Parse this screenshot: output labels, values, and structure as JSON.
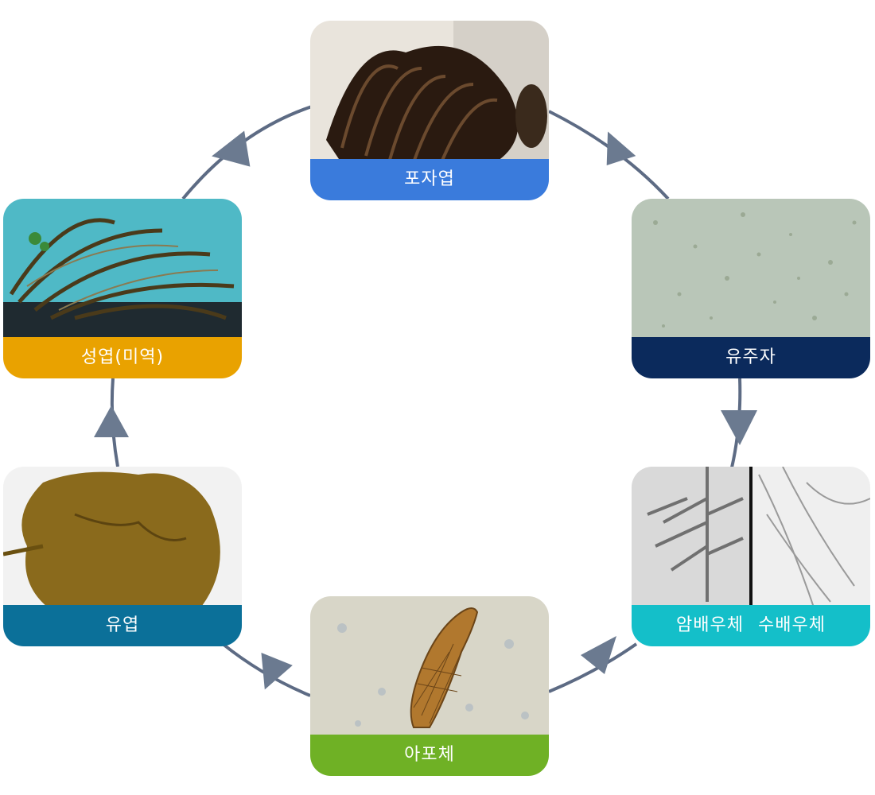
{
  "stages": [
    {
      "id": "pojayeop",
      "label": "포자엽",
      "color": "#3a7bdc"
    },
    {
      "id": "yujuja",
      "label": "유주자",
      "color": "#0b2a5c"
    },
    {
      "id": "baeuche",
      "label_female": "암배우체",
      "label_male": "수배우체",
      "color": "#14bfc9"
    },
    {
      "id": "apoche",
      "label": "아포체",
      "color": "#6fb125"
    },
    {
      "id": "yuyeop",
      "label": "유엽",
      "color": "#0b7099"
    },
    {
      "id": "seongyeop",
      "label": "성엽(미역)",
      "color": "#e9a200"
    }
  ],
  "arrow_color": "#6b7a90",
  "ring_color": "#5d6b84"
}
